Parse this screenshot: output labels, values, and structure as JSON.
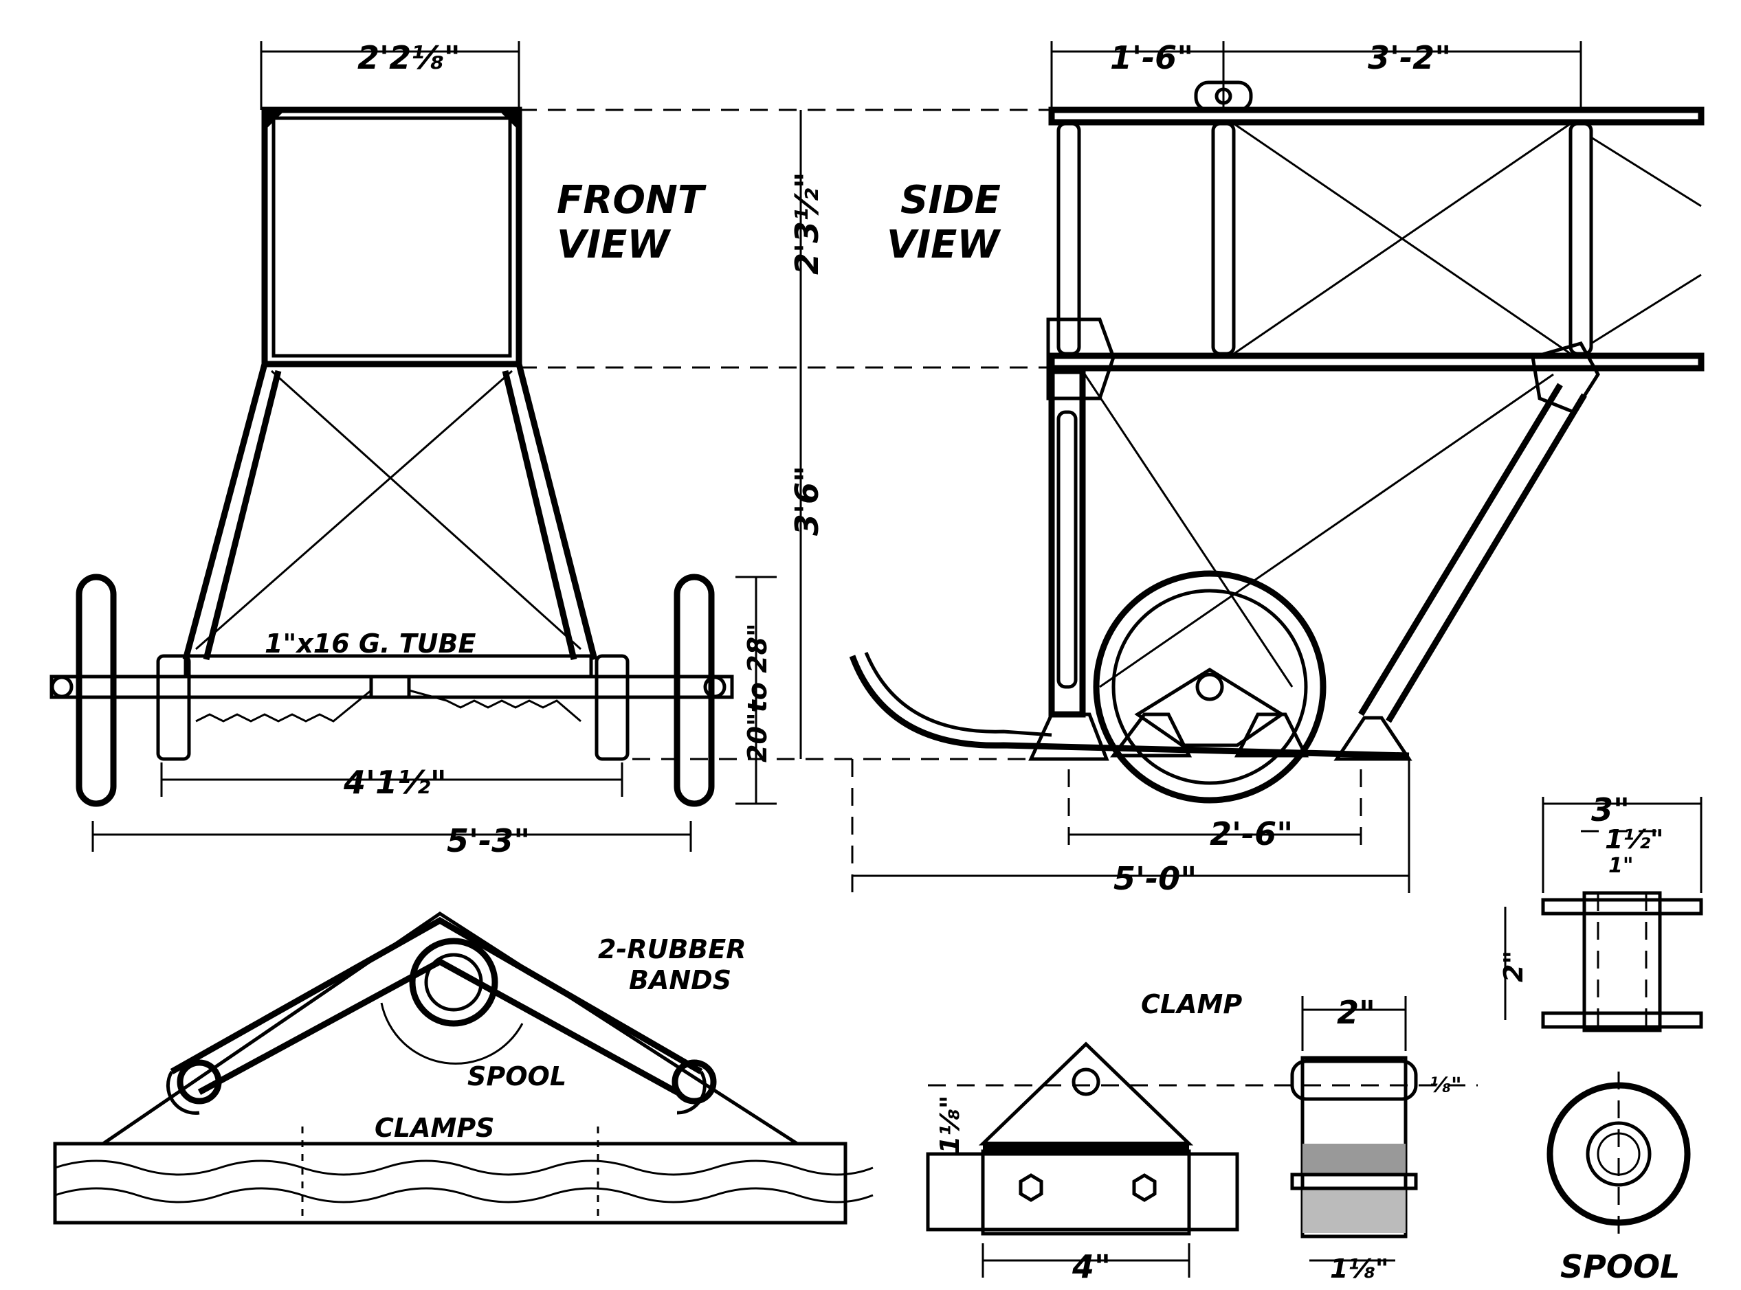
{
  "views": {
    "front_view": "FRONT\nVIEW",
    "front_line1": "FRONT",
    "front_line2": "VIEW",
    "side_line1": "SIDE",
    "side_line2": "VIEW"
  },
  "dimensions": {
    "front_top_width": "2'2⅛\"",
    "upper_height": "2'3½\"",
    "lower_height": "3'6\"",
    "wheel_dia": "20\"to 28\"",
    "tube": "1\"x16 G. TUBE",
    "axle_span": "4'1½\"",
    "track": "5'-3\"",
    "side_front": "1'-6\"",
    "side_rear": "3'-2\"",
    "skid_mid": "2'-6\"",
    "skid_total": "5'-0\"",
    "clamp_width": "2\"",
    "clamp_side_small": "⅛\"",
    "clamp_base_width": "1⅛\"",
    "clamp_height": "1⅛\"",
    "clamp_length": "4\"",
    "spool_width": "3\"",
    "spool_inner": "1½\"",
    "spool_bore": "1\"",
    "spool_height": "2\""
  },
  "labels": {
    "rubber_line1": "2-RUBBER",
    "rubber_line2": "BANDS",
    "spool": "SPOOL",
    "clamps": "CLAMPS",
    "clamp": "CLAMP",
    "spool_bottom": "SPOOL"
  }
}
